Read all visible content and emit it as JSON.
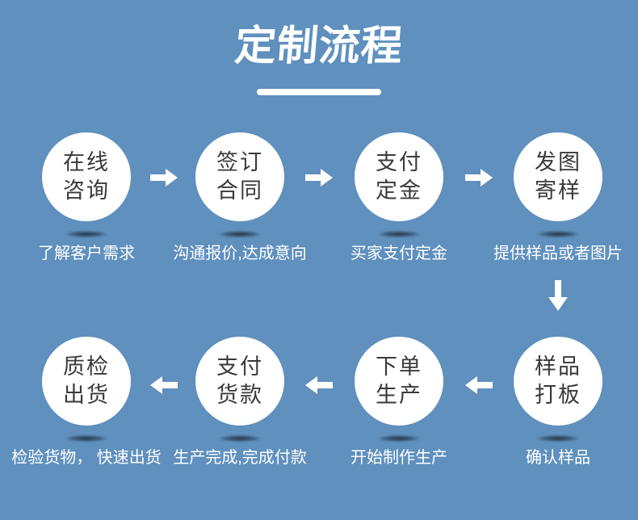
{
  "title": {
    "text": "定制流程"
  },
  "colors": {
    "background": "#5f90be",
    "title_text": "#ffffff",
    "title_underline": "#ffffff",
    "circle_fill": "#ffffff",
    "circle_text": "#3a3a3a",
    "caption_text": "#ffffff",
    "arrow": "#ffffff",
    "circle_shadow": "#172533"
  },
  "icons": {
    "arrow_right": "➡ solid white right arrow",
    "arrow_down": "⬇ solid white down arrow",
    "arrow_left": "⬅ solid white left arrow"
  },
  "flow": {
    "top_row": {
      "flow_direction": "left-to-right",
      "steps": [
        {
          "line1": "在线",
          "line2": "咨询",
          "caption": "了解客户需求"
        },
        {
          "line1": "签订",
          "line2": "合同",
          "caption": "沟通报价,达成意向"
        },
        {
          "line1": "支付",
          "line2": "定金",
          "caption": "买家支付定金"
        },
        {
          "line1": "发图",
          "line2": "寄样",
          "caption": "提供样品或者图片"
        }
      ]
    },
    "bottom_row": {
      "flow_direction": "right-to-left",
      "steps": [
        {
          "line1": "质检",
          "line2": "出货",
          "caption": "检验货物， 快速出货"
        },
        {
          "line1": "支付",
          "line2": "货款",
          "caption": "生产完成,完成付款"
        },
        {
          "line1": "下单",
          "line2": "生产",
          "caption": "开始制作生产"
        },
        {
          "line1": "样品",
          "line2": "打板",
          "caption": "确认样品"
        }
      ]
    }
  }
}
